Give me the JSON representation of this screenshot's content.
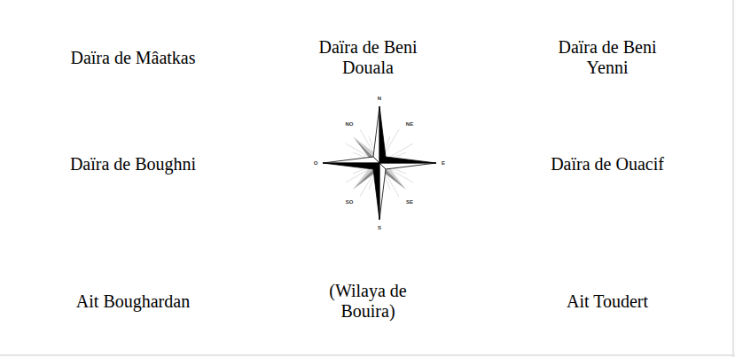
{
  "diagram": {
    "labels": [
      "Daïra de Mâatkas",
      "Daïra de Beni Douala",
      "Daïra de Beni Yenni",
      "Daïra de Boughni",
      "Daïra de Ouacif",
      "Ait Boughardan",
      "(Wilaya de Bouira)",
      "Ait Toudert",
      "N",
      "NE",
      "E",
      "SE",
      "S",
      "SO",
      "O",
      "NO"
    ]
  }
}
